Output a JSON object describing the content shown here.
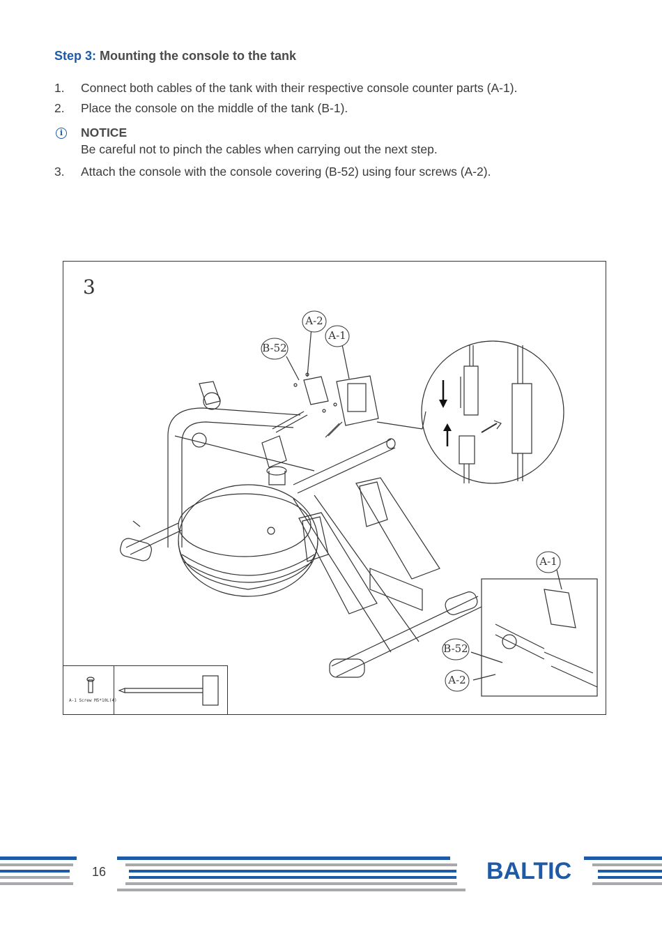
{
  "heading": {
    "step_label": "Step 3:",
    "title": "Mounting the console to the tank"
  },
  "steps": [
    {
      "num": "1.",
      "text": "Connect both cables of the tank with their respective console counter parts (A-1)."
    },
    {
      "num": "2.",
      "text": "Place the console on the middle of the tank (B-1)."
    },
    {
      "num": "3.",
      "text": "Attach the console with the console covering (B-52) using four screws (A-2)."
    }
  ],
  "notice": {
    "icon": "info-icon",
    "title": "NOTICE",
    "text": "Be careful not to pinch the cables when carrying out the next step."
  },
  "figure": {
    "number": "3",
    "labels": {
      "a2_top": "A-2",
      "a1_top": "A-1",
      "b52_top": "B-52",
      "a1_detail": "A-1",
      "b52_detail": "B-52",
      "a2_detail": "A-2"
    },
    "screw_caption": "A-1 Screw M5*10L(4)"
  },
  "footer": {
    "page_number": "16",
    "brand": "BALTIC",
    "colors": {
      "blue": "#1f5aa6",
      "grey": "#a7a9ac"
    }
  }
}
